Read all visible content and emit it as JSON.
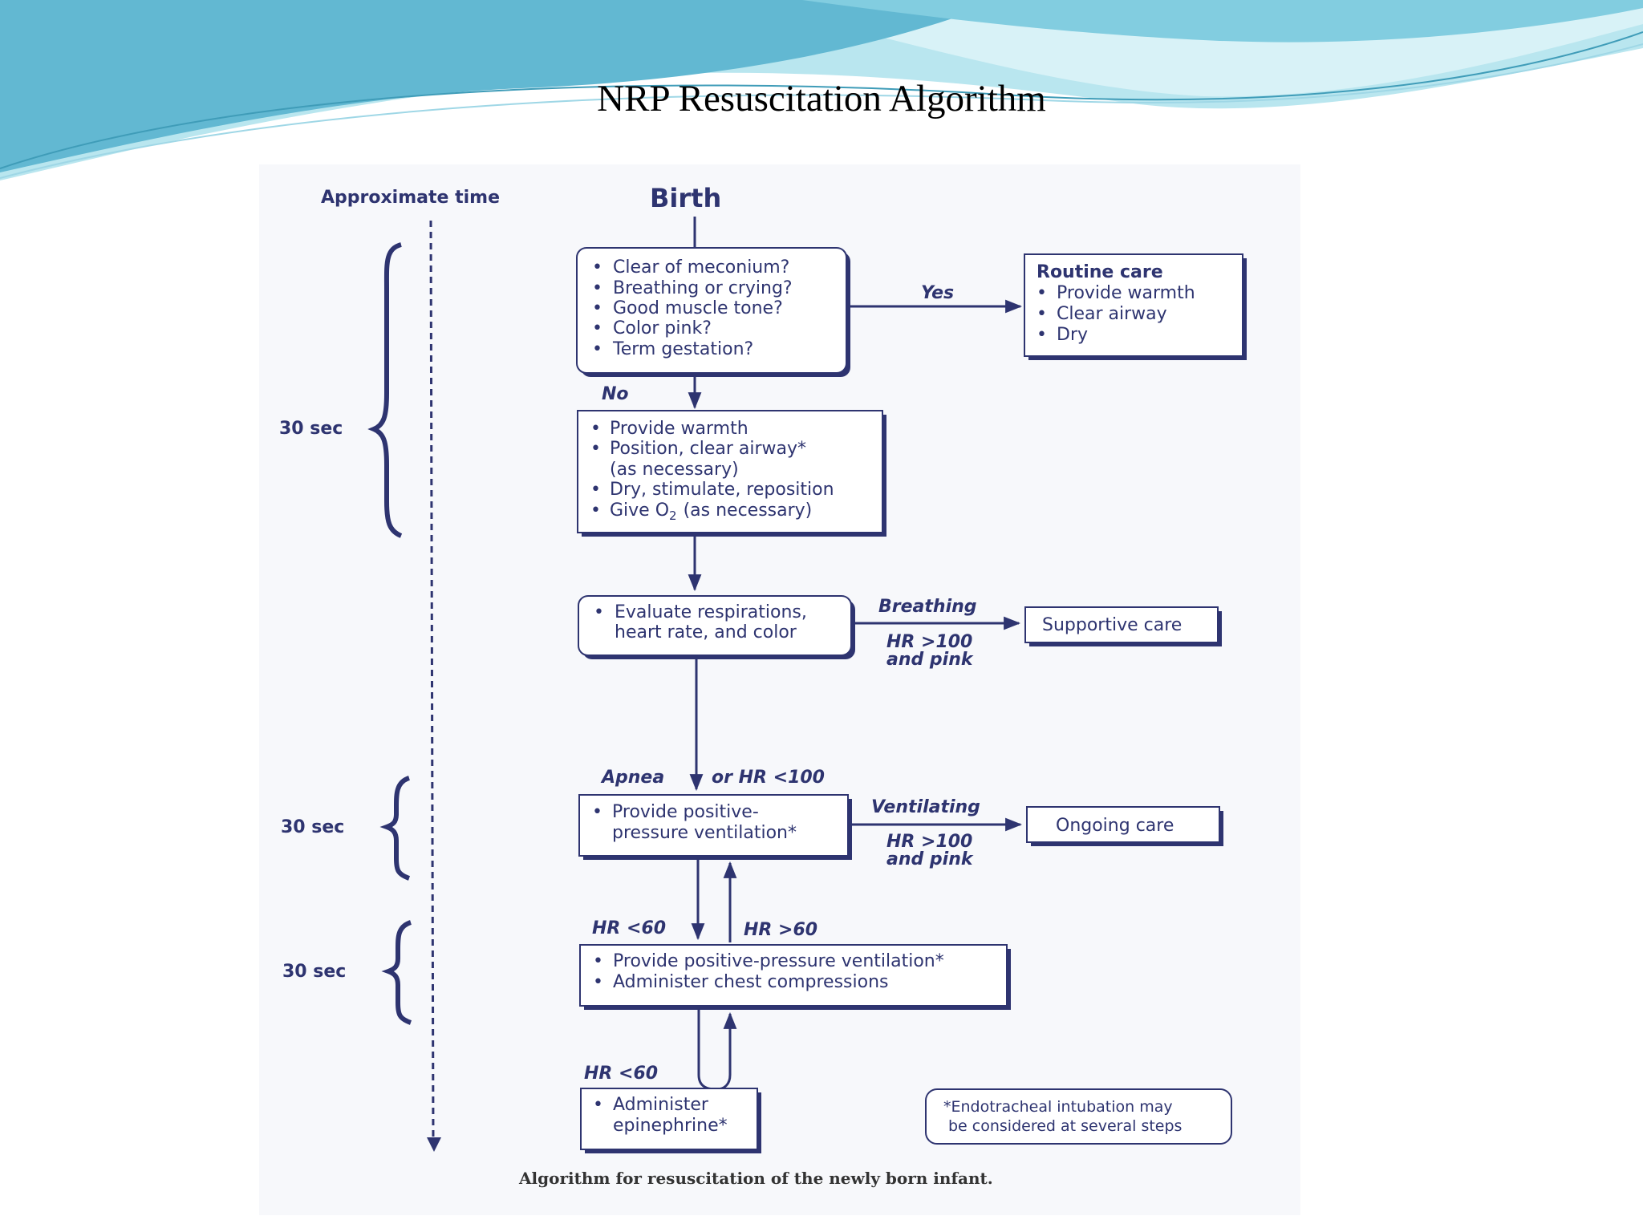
{
  "slide": {
    "title": "NRP Resuscitation Algorithm",
    "colors": {
      "wave_dark": "#62b8d2",
      "wave_light": "#b9e6ef",
      "diagram_ink": "#2e3470",
      "figure_bg": "#f7f8fb"
    }
  },
  "figure": {
    "time_axis_label": "Approximate time",
    "time_brackets": [
      "30 sec",
      "30 sec",
      "30 sec"
    ],
    "start_label": "Birth",
    "assessment_box": [
      "Clear of meconium?",
      "Breathing or crying?",
      "Good muscle tone?",
      "Color pink?",
      "Term gestation?"
    ],
    "yes_label": "Yes",
    "routine_care": {
      "title": "Routine care",
      "items": [
        "Provide warmth",
        "Clear airway",
        "Dry"
      ]
    },
    "no_label": "No",
    "initial_steps_box": [
      "Provide warmth",
      "Position, clear airway*",
      "(as necessary)",
      "Dry, stimulate, reposition",
      "Give O",
      "2",
      "(as necessary)"
    ],
    "evaluate_box": [
      "Evaluate respirations,",
      "heart rate, and color"
    ],
    "breathing_label": "Breathing",
    "hr_pink_label": [
      "HR >100",
      "and pink"
    ],
    "supportive_care": "Supportive care",
    "apnea_label": "Apnea",
    "or_hr_label": "or HR <100",
    "ppv_box": [
      "Provide positive-",
      "pressure ventilation*"
    ],
    "ventilating_label": "Ventilating",
    "hr_pink_label_2": [
      "HR >100",
      "and pink"
    ],
    "ongoing_care": "Ongoing care",
    "hr_lt60_label": "HR <60",
    "hr_gt60_label": "HR >60",
    "compressions_box": [
      "Provide positive-pressure ventilation*",
      "Administer chest compressions"
    ],
    "hr_lt60_label_2": "HR <60",
    "epinephrine_box": [
      "Administer",
      "epinephrine*"
    ],
    "footnote": [
      "*Endotracheal intubation may",
      "be considered at several steps"
    ],
    "caption": "Algorithm for resuscitation of the newly born infant."
  }
}
